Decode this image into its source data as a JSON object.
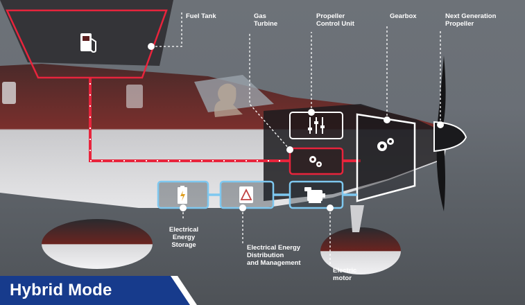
{
  "diagram": {
    "mode_title": "Hybrid Mode",
    "labels": {
      "fuel_tank": "Fuel Tank",
      "gas_turbine": "Gas\nTurbine",
      "propeller_control_unit": "Propeller\nControl Unit",
      "gearbox": "Gearbox",
      "next_gen_propeller": "Next Generation\nPropeller",
      "energy_storage": "Electrical\nEnergy\nStorage",
      "energy_distribution": "Electrical Energy\nDistribution\nand Management",
      "electric_motor": "Electric\nmotor"
    },
    "icons": {
      "fuel_tank": "fuel-pump-icon",
      "propeller_control_unit": "sliders-icon",
      "gas_turbine": "gears-icon",
      "gearbox": "gears-icon",
      "energy_storage": "battery-icon",
      "energy_distribution": "warning-icon",
      "electric_motor": "motor-icon"
    },
    "colors": {
      "fuel_line": "#e8243c",
      "electric_line": "#7ec8f0",
      "banner": "#173b8c",
      "banner_accent": "#ffffff"
    }
  }
}
